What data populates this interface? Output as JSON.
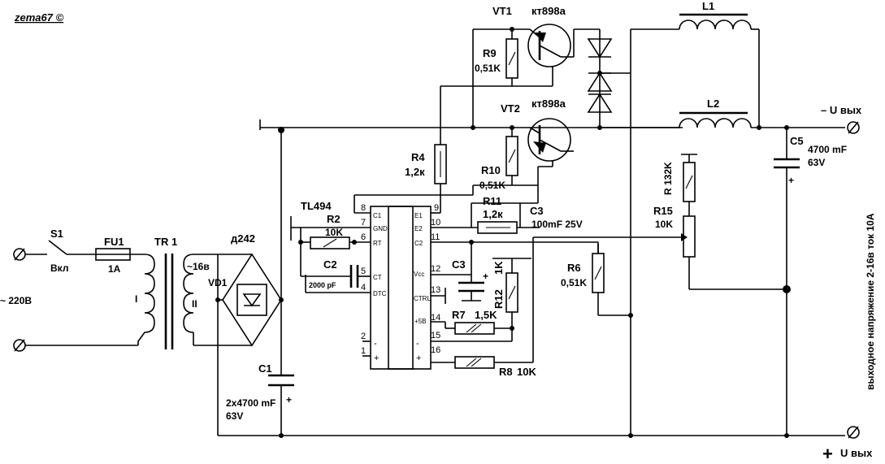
{
  "author": "zema67 ©",
  "input_voltage": "~ 220В",
  "output_title": "выходное напряжение 2-16в   ток 10А",
  "output_minus": "–  U вых",
  "output_plus": "U вых",
  "plus_sign": "+",
  "components": {
    "S1": {
      "ref": "S1",
      "label": "Вкл"
    },
    "FU1": {
      "ref": "FU1",
      "value": "1A"
    },
    "TR1": {
      "ref": "TR 1",
      "primary": "I",
      "secondary": "II",
      "sec_voltage": "~16в"
    },
    "VD1": {
      "ref": "VD1",
      "type": "д242"
    },
    "C1": {
      "ref": "C1",
      "value": "2x4700 mF",
      "voltage": "63V"
    },
    "IC": {
      "ref": "TL494"
    },
    "R2": {
      "ref": "R2",
      "value": "10K"
    },
    "C2": {
      "ref": "C2",
      "value": "2000 pF"
    },
    "R4": {
      "ref": "R4",
      "value": "1,2к"
    },
    "R9": {
      "ref": "R9",
      "value": "0,51K"
    },
    "R10": {
      "ref": "R10",
      "value": "0,51K"
    },
    "R11": {
      "ref": "R11",
      "value": "1,2к"
    },
    "C3a": {
      "ref": "C3",
      "value": "100mF 25V"
    },
    "C3b": {
      "ref": "C3"
    },
    "R12": {
      "ref": "R12",
      "value": "1K"
    },
    "R7": {
      "ref": "R7",
      "value": "1,5K"
    },
    "R8": {
      "ref": "R8",
      "value": "10K"
    },
    "R6": {
      "ref": "R6",
      "value": "0,51K"
    },
    "VT1": {
      "ref": "VT1",
      "type": "кт898а"
    },
    "VT2": {
      "ref": "VT2",
      "type": "кт898а"
    },
    "L1": {
      "ref": "L1"
    },
    "L2": {
      "ref": "L2"
    },
    "R13": {
      "label": "R  132K"
    },
    "R15": {
      "ref": "R15",
      "value": "10K"
    },
    "C5": {
      "ref": "C5",
      "value": "4700 mF",
      "voltage": "63V"
    }
  },
  "ic_pins_left": [
    {
      "num": "8",
      "name": "C1"
    },
    {
      "num": "7",
      "name": "GND"
    },
    {
      "num": "6",
      "name": "RT"
    },
    {
      "num": "5",
      "name": "CT"
    },
    {
      "num": "4",
      "name": "DTC"
    },
    {
      "num": "2",
      "name": "-"
    },
    {
      "num": "1",
      "name": "+"
    }
  ],
  "ic_pins_right": [
    {
      "num": "9",
      "name": "E1"
    },
    {
      "num": "10",
      "name": "E2"
    },
    {
      "num": "11",
      "name": "C2"
    },
    {
      "num": "12",
      "name": "Vcc"
    },
    {
      "num": "13",
      "name": "CTRL"
    },
    {
      "num": "14",
      "name": "+5B"
    },
    {
      "num": "15",
      "name": "-"
    },
    {
      "num": "16",
      "name": "+"
    }
  ]
}
